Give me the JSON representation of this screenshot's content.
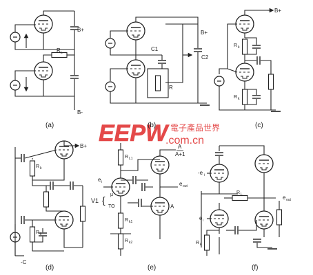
{
  "panels": {
    "a": {
      "caption": "(a)",
      "labels": {
        "b_plus": "B+",
        "b_minus": "B-",
        "resistor": "R",
        "resistor_sub": "L"
      }
    },
    "b": {
      "caption": "(b)",
      "labels": {
        "b_plus": "B+",
        "cap1": "C1",
        "cap2": "C2",
        "resistor": "R"
      }
    },
    "c": {
      "caption": "(c)",
      "labels": {
        "b_plus": "B+",
        "r_top": "R",
        "r_top_sub": "k",
        "r_bottom": "R",
        "r_bottom_sub": "k"
      }
    },
    "d": {
      "caption": "(d)",
      "labels": {
        "b_plus": "B+",
        "r_top": "R",
        "r_top_sub": "k",
        "r_bottom": "R",
        "r_bottom_sub": "k",
        "neg_c": "-C"
      }
    },
    "e": {
      "caption": "(e)",
      "labels": {
        "rl1": "R",
        "rl1_sub": "L1",
        "gain_a": "A",
        "gain_a_plus_one": "A+1",
        "e_in": "e",
        "e_in_sub": "i",
        "e_out": "e",
        "e_out_sub": "out",
        "mu": "μ",
        "v1": "V1",
        "to": "TO",
        "rk1": "R",
        "rk1_sub": "k1",
        "rk2": "R",
        "rk2_sub": "k2",
        "gain_a_bottom": "A"
      }
    },
    "f": {
      "caption": "(f)",
      "labels": {
        "neg_e": "-e",
        "neg_e_sub": "i",
        "e_in": "e",
        "e_in_sub": "i",
        "rl": "R",
        "rl_sub": "L",
        "rk": "R",
        "rk_sub": "k",
        "e_out": "e",
        "e_out_sub": "out"
      }
    }
  },
  "watermark": {
    "brand": "EEPW",
    "chinese": "電子產品世界",
    "url": ".com.cn",
    "color": "#e23a3a"
  }
}
